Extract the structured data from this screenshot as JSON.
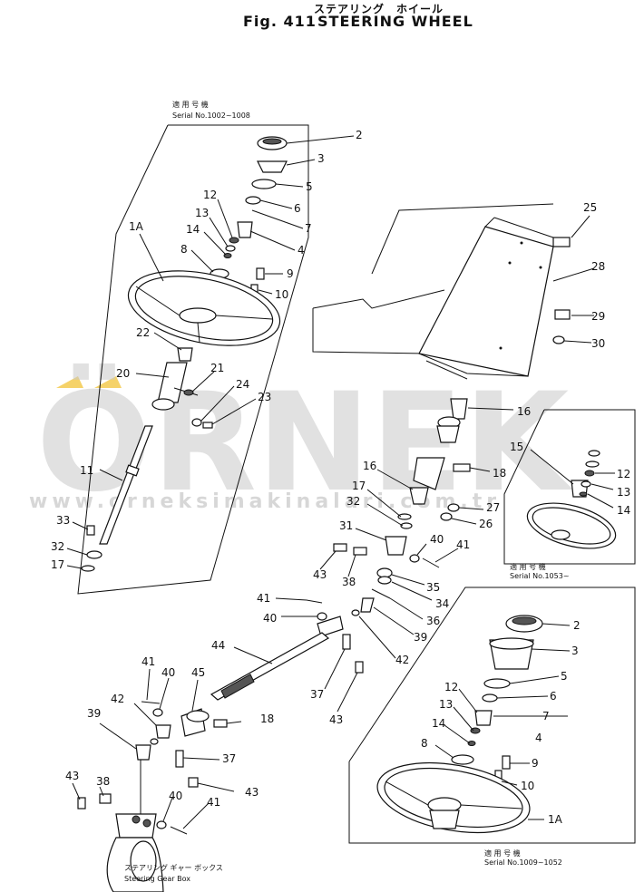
{
  "title": {
    "jp": "ステアリング　ホイール",
    "fig": "Fig. 411",
    "en": "STEERING WHEEL"
  },
  "callouts": {
    "upper_left": {
      "jp": "適 用 号 機",
      "serial": "Serial No.1002~1008"
    },
    "right_mid": {
      "jp": "適 用 号 機",
      "serial": "Serial No.1053~"
    },
    "lower_right": {
      "jp": "適 用 号 機",
      "serial": "Serial No.1009~1052"
    },
    "gearbox": {
      "jp": "ステアリング ギャー ボックス",
      "en": "Steering Gear Box"
    }
  },
  "watermark": {
    "brand": "ÖRNEK",
    "url": "www.orneksimakinalari.com.tr",
    "color": "#c9c9c9",
    "accent": "#f2c744"
  },
  "part_labels": {
    "ul_2": "2",
    "ul_3": "3",
    "ul_5": "5",
    "ul_6": "6",
    "ul_7": "7",
    "ul_4": "4",
    "ul_12": "12",
    "ul_13": "13",
    "ul_14": "14",
    "ul_8": "8",
    "ul_9": "9",
    "ul_10": "10",
    "ul_1a": "1A",
    "p22": "22",
    "p20": "20",
    "p21": "21",
    "p24": "24",
    "p23": "23",
    "p11": "11",
    "p33": "33",
    "p32a": "32",
    "p17a": "17",
    "p25": "25",
    "p28": "28",
    "p29": "29",
    "p30": "30",
    "p16a": "16",
    "p16b": "16",
    "p17b": "17",
    "p18a": "18",
    "p32b": "32",
    "p27": "27",
    "p26": "26",
    "p31": "31",
    "p40a": "40",
    "p41a": "41",
    "p43a": "43",
    "p38a": "38",
    "p35": "35",
    "p34": "34",
    "p36": "36",
    "p39a": "39",
    "p42a": "42",
    "p41b": "41",
    "p40b": "40",
    "p44": "44",
    "p37a": "37",
    "p43b": "43",
    "rm_15": "15",
    "rm_12": "12",
    "rm_13": "13",
    "rm_14": "14",
    "p41c": "41",
    "p40c": "40",
    "p45": "45",
    "p42b": "42",
    "p39b": "39",
    "p18b": "18",
    "p37b": "37",
    "p43c": "43",
    "p43d": "43",
    "p38b": "38",
    "p40d": "40",
    "p41d": "41",
    "lr_2": "2",
    "lr_3": "3",
    "lr_5": "5",
    "lr_6": "6",
    "lr_12": "12",
    "lr_7": "7",
    "lr_13": "13",
    "lr_4": "4",
    "lr_14": "14",
    "lr_8": "8",
    "lr_9": "9",
    "lr_10": "10",
    "lr_1a": "1A"
  }
}
